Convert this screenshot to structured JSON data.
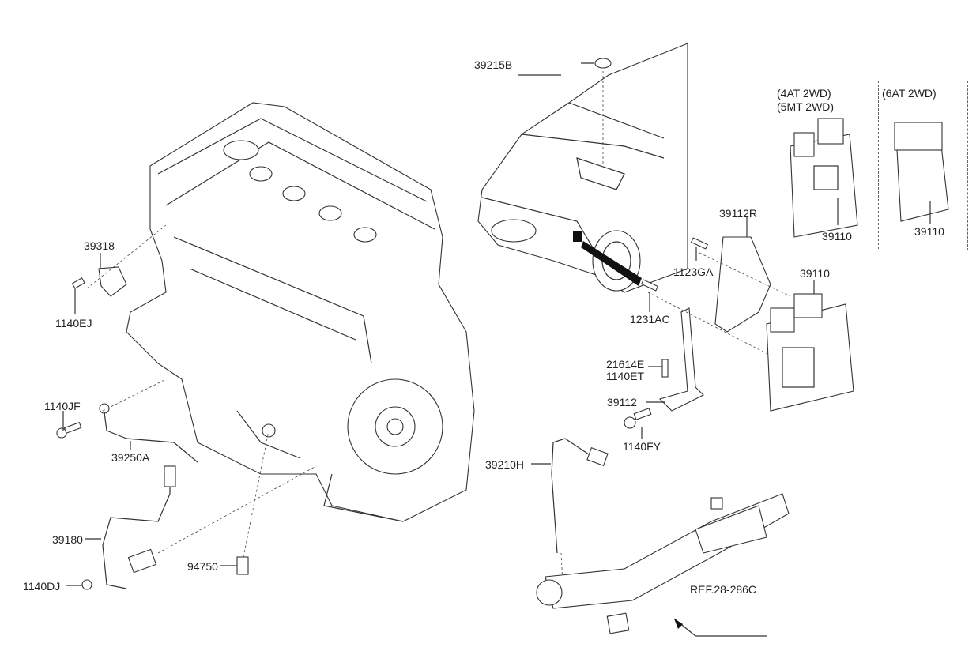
{
  "diagram": {
    "type": "exploded-parts-diagram",
    "variant_box": {
      "left_group": [
        "(4AT 2WD)",
        "(5MT 2WD)"
      ],
      "left_part": "39110",
      "right_group": [
        "(6AT 2WD)"
      ],
      "right_part": "39110"
    },
    "labels": {
      "p39215B": "39215B",
      "p39112R": "39112R",
      "p1123GA": "1123GA",
      "p39110": "39110",
      "p1231AC": "1231AC",
      "p21614E": "21614E",
      "p1140ET": "1140ET",
      "p39112": "39112",
      "p1140FY": "1140FY",
      "p39210H": "39210H",
      "ref": "REF.28-286C",
      "p39318": "39318",
      "p1140EJ": "1140EJ",
      "p1140JF": "1140JF",
      "p39250A": "39250A",
      "p39180": "39180",
      "p1140DJ": "1140DJ",
      "p94750": "94750"
    }
  }
}
